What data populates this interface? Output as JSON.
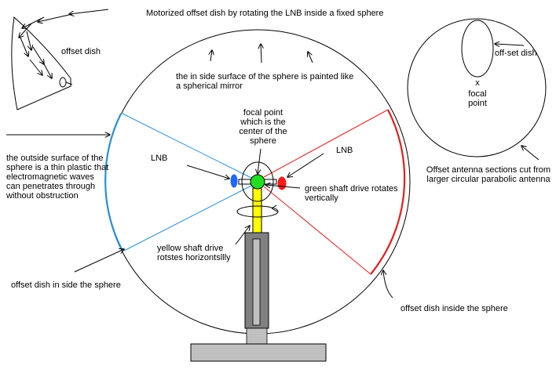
{
  "title": "Motorized offset dish by rotating the LNB inside a fixed sphere",
  "labels": {
    "offset_dish_corner": "offset dish",
    "inner_surface": "the in side surface of the sphere is painted like\na spherical mirror",
    "outer_surface": "the outside  surface of the\nsphere is a thin plastic that\nelectromagnetic waves\ncan penetrates through\nwithout obstruction",
    "focal_point_center": "focal point\nwhich is the\ncenter of the\nsphere",
    "lnb_left": "LNB",
    "lnb_right": "LNB",
    "green_shaft": "green shaft drive rotates\nvertically",
    "yellow_shaft": "yellow shaft drive\nrotstes horizontsllly",
    "offset_dish_left": "offset dish in side the sphere",
    "offset_dish_right": "offset dish inside the sphere"
  },
  "inset": {
    "offset_set_dish": "off-set dish",
    "focal_mark": "x",
    "focal_point": "focal\npoint",
    "caption": "Offset  antenna sections cut from\nlarger circular parabolic antenna"
  },
  "colors": {
    "outline": "#000000",
    "left_dish": "#2b8fd6",
    "right_dish": "#e02020",
    "lnb_left": "#1e66ff",
    "lnb_right": "#ff1a1a",
    "focal_ball": "#22dd22",
    "yellow_shaft": "#ffff00",
    "stand_dark": "#808080",
    "stand_light": "#c0c0c0"
  }
}
